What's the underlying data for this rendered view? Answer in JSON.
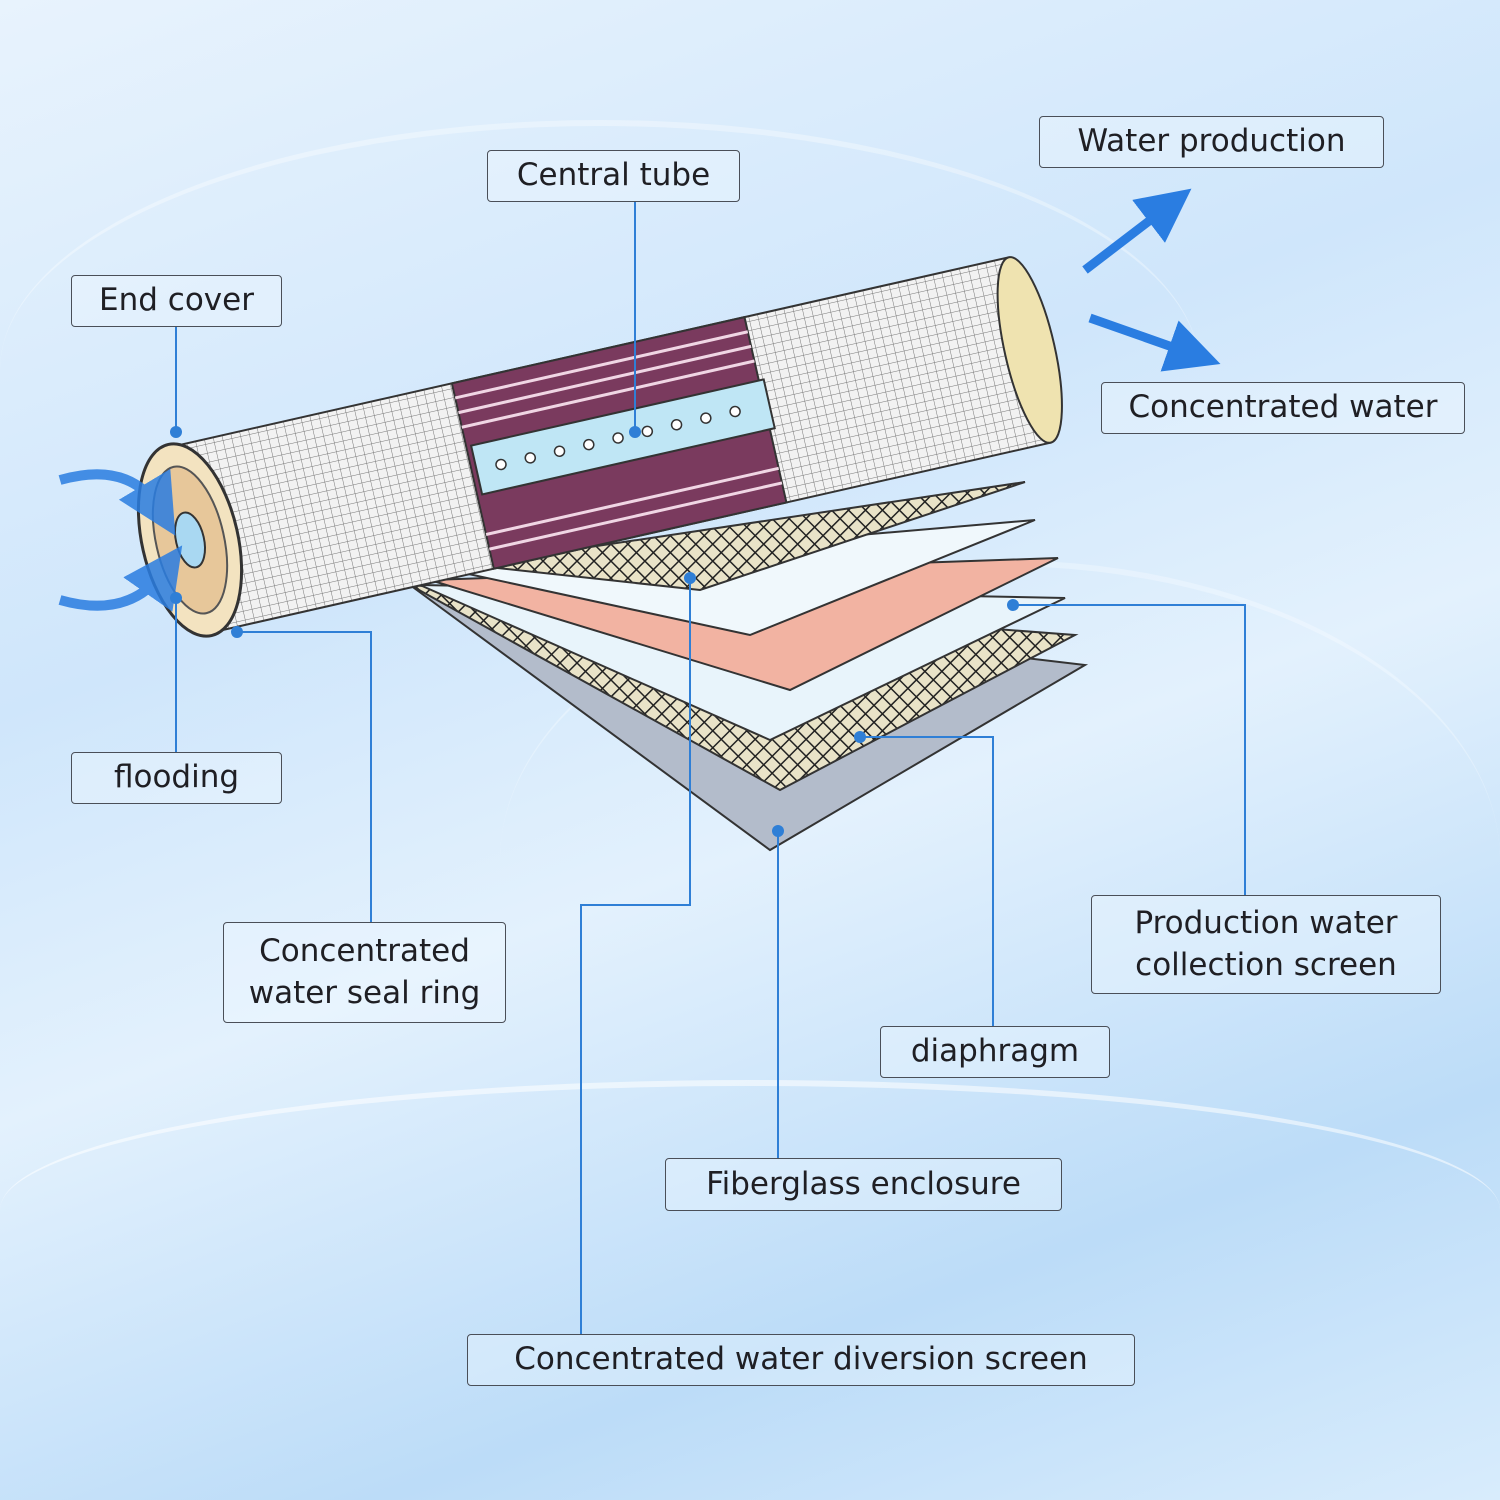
{
  "labels": {
    "central_tube": "Central tube",
    "water_production": "Water production",
    "end_cover": "End cover",
    "concentrated_water": "Concentrated water",
    "flooding": "flooding",
    "seal_ring_line1": "Concentrated",
    "seal_ring_line2": "water seal ring",
    "collection_screen_line1": "Production water",
    "collection_screen_line2": "collection screen",
    "diaphragm": "diaphragm",
    "fiberglass_enclosure": "Fiberglass enclosure",
    "diversion_screen": "Concentrated water diversion screen"
  },
  "colors": {
    "leader_line": "#2f7fd6",
    "arrow": "#2a7de1",
    "membrane": "#7a3a5e",
    "diaphragm": "#f2b3a2"
  }
}
